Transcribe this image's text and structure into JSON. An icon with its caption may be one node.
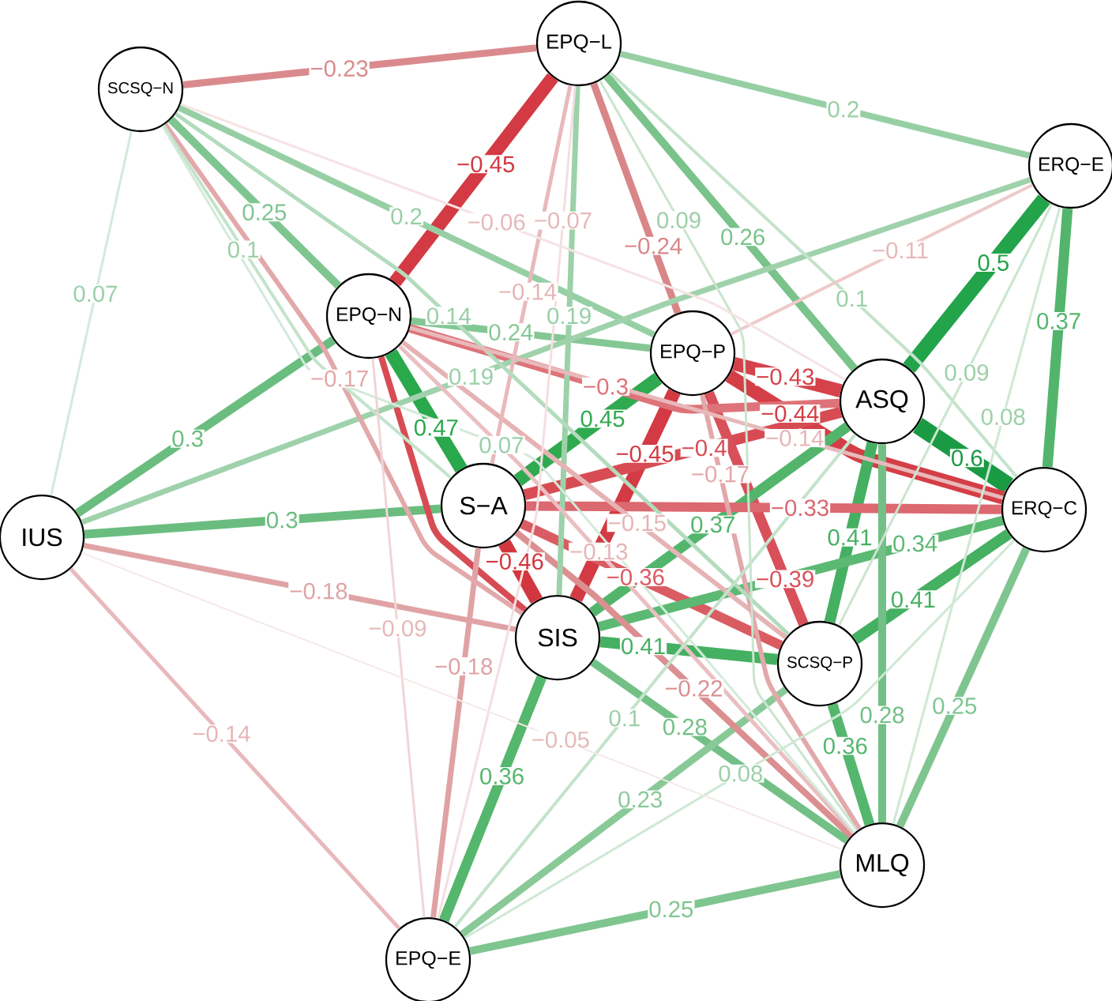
{
  "diagram": {
    "nodes": [
      {
        "text": [
          "EPQ−L"
        ]
      },
      {
        "text": [
          "SCSQ−N"
        ]
      },
      {
        "text": [
          "ERQ−E"
        ]
      },
      {
        "text": [
          "EPQ−N"
        ]
      },
      {
        "text": [
          "EPQ−P"
        ]
      },
      {
        "text": [
          "ASQ"
        ]
      },
      {
        "text": [
          "IUS"
        ]
      },
      {
        "text": [
          "S−A"
        ]
      },
      {
        "text": [
          "ERQ−C"
        ]
      },
      {
        "text": [
          "SIS"
        ]
      },
      {
        "text": [
          "SCSQ−P"
        ]
      },
      {
        "text": [
          "MLQ"
        ]
      },
      {
        "text": [
          "EPQ−E"
        ]
      }
    ],
    "edges": [
      {
        "from": 1,
        "to": 0,
        "arrow": "none",
        "label": "−0.23",
        "color": "#da8a8d"
      },
      {
        "from": 0,
        "to": 2,
        "arrow": "none",
        "label": "0.2",
        "color": "#97cfa4"
      },
      {
        "from": 0,
        "to": 3,
        "arrow": "none",
        "label": "−0.45",
        "color": "#d33a43",
        "style": "thick"
      },
      {
        "from": 0,
        "to": 4,
        "arrow": "none",
        "label": "−0.24",
        "color": "#d98688"
      },
      {
        "from": 0,
        "to": 5,
        "arrow": "none",
        "label": "0.26",
        "color": "#7ac38b"
      },
      {
        "from": 0,
        "to": 8,
        "arrow": "none",
        "label": "0.1",
        "color": "#c4e3cb"
      },
      {
        "from": 0,
        "to": 7,
        "arrow": "none",
        "label": "−0.14",
        "color": "#e8b9bb"
      },
      {
        "from": 0,
        "to": 12,
        "arrow": "none",
        "label": "−0.07",
        "color": "#f4dfe0"
      },
      {
        "from": 0,
        "to": 9,
        "arrow": "none",
        "label": "0.19",
        "color": "#9cd1a9"
      },
      {
        "from": 0,
        "to": 11,
        "arrow": "none",
        "label": "0.09",
        "color": "#c9e5cf"
      },
      {
        "from": 1,
        "to": 3,
        "arrow": "none",
        "label": "0.25",
        "color": "#7fc590"
      },
      {
        "from": 1,
        "to": 4,
        "arrow": "none",
        "label": "0.2",
        "color": "#97cfa4"
      },
      {
        "from": 1,
        "to": 5,
        "arrow": "none",
        "label": "−0.06",
        "color": "#f5e4e5"
      },
      {
        "from": 1,
        "to": 6,
        "arrow": "none",
        "label": "0.07",
        "color": "#d3eada"
      },
      {
        "from": 1,
        "to": 7,
        "arrow": "none",
        "label": "0.1",
        "color": "#c4e3cb"
      },
      {
        "from": 1,
        "to": 9,
        "arrow": "none",
        "label": "−0.17",
        "color": "#e2a8aa"
      },
      {
        "from": 1,
        "to": 10,
        "arrow": "none",
        "label": "0.14",
        "color": "#b3dbbd"
      },
      {
        "from": 1,
        "to": 11,
        "arrow": "none",
        "label": "0.07",
        "color": "#d3eada"
      },
      {
        "from": 2,
        "to": 5,
        "arrow": "none",
        "label": "0.5",
        "color": "#23a34a",
        "style": "thick"
      },
      {
        "from": 2,
        "to": 8,
        "arrow": "none",
        "label": "0.37",
        "color": "#52b56b"
      },
      {
        "from": 2,
        "to": 4,
        "arrow": "none",
        "label": "−0.11",
        "color": "#eecacc"
      },
      {
        "from": 2,
        "to": 6,
        "arrow": "none",
        "label": "0.19",
        "color": "#9fd2ab"
      },
      {
        "from": 3,
        "to": 4,
        "arrow": "none",
        "label": "0.24",
        "color": "#84c794"
      },
      {
        "from": 3,
        "to": 5,
        "arrow": "none",
        "label": "−0.3",
        "color": "#de7379"
      },
      {
        "from": 3,
        "to": 6,
        "arrow": "none",
        "label": "0.3",
        "color": "#6bbd7f"
      },
      {
        "from": 3,
        "to": 7,
        "arrow": "none",
        "label": "0.47",
        "color": "#2aa84c",
        "style": "thick"
      },
      {
        "from": 3,
        "to": 8,
        "arrow": "none",
        "label": "−0.14",
        "color": "#e8b9bb"
      },
      {
        "from": 3,
        "to": 9,
        "arrow": "none",
        "color": "#d74c54"
      },
      {
        "from": 3,
        "to": 10,
        "arrow": "none",
        "label": "−0.15",
        "color": "#e6b3b5"
      },
      {
        "from": 3,
        "to": 11,
        "arrow": "none",
        "label": "−0.13",
        "color": "#eabfc1"
      },
      {
        "from": 3,
        "to": 12,
        "arrow": "none",
        "label": "−0.09",
        "color": "#f1d5d6"
      },
      {
        "from": 4,
        "to": 5,
        "arrow": "none",
        "label": "−0.43",
        "color": "#d5424a",
        "style": "thick"
      },
      {
        "from": 4,
        "to": 8,
        "arrow": "none",
        "label": "−0.44",
        "color": "#d43e46",
        "style": "thick"
      },
      {
        "from": 4,
        "to": 7,
        "arrow": "none",
        "label": "0.45",
        "color": "#30aa50",
        "style": "thick"
      },
      {
        "from": 4,
        "to": 9,
        "arrow": "none",
        "label": "−0.45",
        "color": "#d33a43",
        "style": "thick"
      },
      {
        "from": 4,
        "to": 10,
        "arrow": "none",
        "label": "−0.39",
        "color": "#d8505a"
      },
      {
        "from": 4,
        "to": 11,
        "arrow": "none",
        "label": "−0.17",
        "color": "#e2a8aa"
      },
      {
        "from": 5,
        "to": 8,
        "arrow": "none",
        "label": "0.6",
        "color": "#1b9a44",
        "style": "thick"
      },
      {
        "from": 5,
        "to": 7,
        "arrow": "none",
        "label": "−0.4",
        "color": "#d74c54"
      },
      {
        "from": 5,
        "to": 9,
        "arrow": "none",
        "label": "0.37",
        "color": "#52b56b"
      },
      {
        "from": 5,
        "to": 10,
        "arrow": "none",
        "label": "0.41",
        "color": "#45b062"
      },
      {
        "from": 5,
        "to": 11,
        "arrow": "none",
        "label": "0.28",
        "color": "#72c085"
      },
      {
        "from": 5,
        "to": 12,
        "arrow": "none",
        "label": "0.1",
        "color": "#c4e3cb"
      },
      {
        "from": 6,
        "to": 7,
        "arrow": "none",
        "label": "0.3",
        "color": "#6bbd7f"
      },
      {
        "from": 6,
        "to": 9,
        "arrow": "none",
        "label": "−0.18",
        "color": "#e0a3a5"
      },
      {
        "from": 6,
        "to": 11,
        "arrow": "none",
        "label": "−0.05",
        "color": "#f6e8e8"
      },
      {
        "from": 6,
        "to": 12,
        "arrow": "none",
        "label": "−0.14",
        "color": "#e8b9bb"
      },
      {
        "from": 7,
        "to": 8,
        "arrow": "none",
        "label": "−0.33",
        "color": "#dc6870"
      },
      {
        "from": 7,
        "to": 9,
        "arrow": "none",
        "label": "−0.46",
        "color": "#d2373f",
        "style": "thick"
      },
      {
        "from": 7,
        "to": 10,
        "arrow": "none",
        "label": "−0.36",
        "color": "#da5c63"
      },
      {
        "from": 7,
        "to": 11,
        "arrow": "none",
        "label": "−0.22",
        "color": "#db8f91"
      },
      {
        "from": 7,
        "to": 12,
        "arrow": "none",
        "label": "−0.18",
        "color": "#e0a3a5"
      },
      {
        "from": 8,
        "to": 9,
        "arrow": "none",
        "label": "0.34",
        "color": "#5cb973"
      },
      {
        "from": 8,
        "to": 10,
        "arrow": "none",
        "label": "0.41",
        "color": "#45b062"
      },
      {
        "from": 8,
        "to": 11,
        "arrow": "none",
        "label": "0.25",
        "color": "#7fc590"
      },
      {
        "from": 8,
        "to": 12,
        "arrow": "none",
        "label": "0.08",
        "color": "#cee8d4"
      },
      {
        "from": 2,
        "to": 10,
        "arrow": "none",
        "label": "0.09",
        "color": "#c9e5cf"
      },
      {
        "from": 2,
        "to": 11,
        "arrow": "none",
        "label": "0.08",
        "color": "#cee8d4"
      },
      {
        "from": 9,
        "to": 10,
        "arrow": "none",
        "label": "0.41",
        "color": "#45b062"
      },
      {
        "from": 9,
        "to": 11,
        "arrow": "none",
        "label": "0.28",
        "color": "#72c085"
      },
      {
        "from": 9,
        "to": 12,
        "arrow": "none",
        "label": "0.36",
        "color": "#55b66d"
      },
      {
        "from": 10,
        "to": 11,
        "arrow": "none",
        "label": "0.36",
        "color": "#55b66d"
      },
      {
        "from": 10,
        "to": 12,
        "arrow": "none",
        "label": "0.23",
        "color": "#89c998"
      },
      {
        "from": 11,
        "to": 12,
        "arrow": "none",
        "label": "0.25",
        "color": "#7fc590"
      }
    ]
  }
}
